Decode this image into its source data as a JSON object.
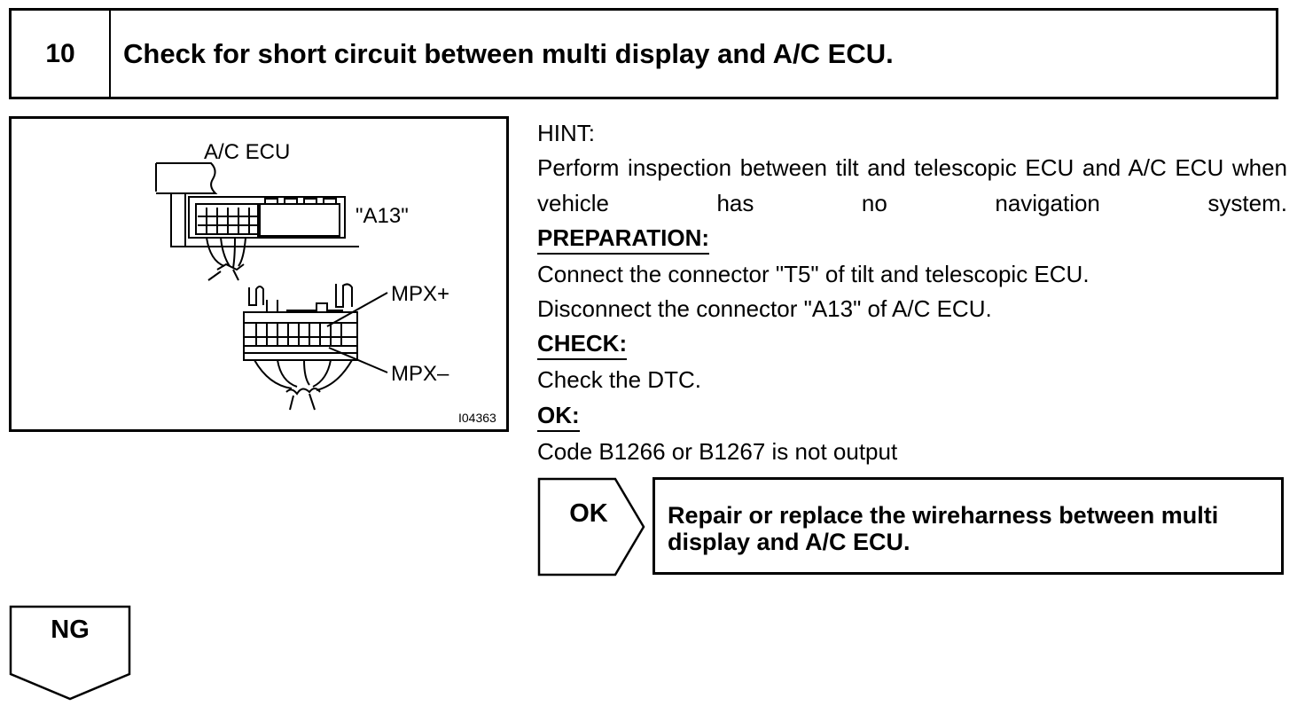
{
  "step": {
    "number": "10",
    "title": "Check for short circuit between multi display and A/C ECU."
  },
  "figure": {
    "label_ecu": "A/C ECU",
    "label_connector": "\"A13\"",
    "label_mpx_plus": "MPX+",
    "label_mpx_minus": "MPX–",
    "figure_id": "I04363"
  },
  "instructions": {
    "hint_heading": "HINT:",
    "hint_text": "Perform inspection between tilt and telescopic ECU and A/C ECU when vehicle has no navigation system.",
    "preparation_heading": "PREPARATION:",
    "preparation_lines": [
      "Connect the connector \"T5\" of tilt and telescopic ECU.",
      "Disconnect the connector \"A13\" of A/C ECU."
    ],
    "check_heading": "CHECK:",
    "check_text": "Check the DTC.",
    "ok_heading": "OK:",
    "ok_text": "Code B1266 or B1267 is not output"
  },
  "result_ok": {
    "label": "OK",
    "text": "Repair or replace the wireharness between multi display and A/C ECU."
  },
  "result_ng": {
    "label": "NG"
  }
}
